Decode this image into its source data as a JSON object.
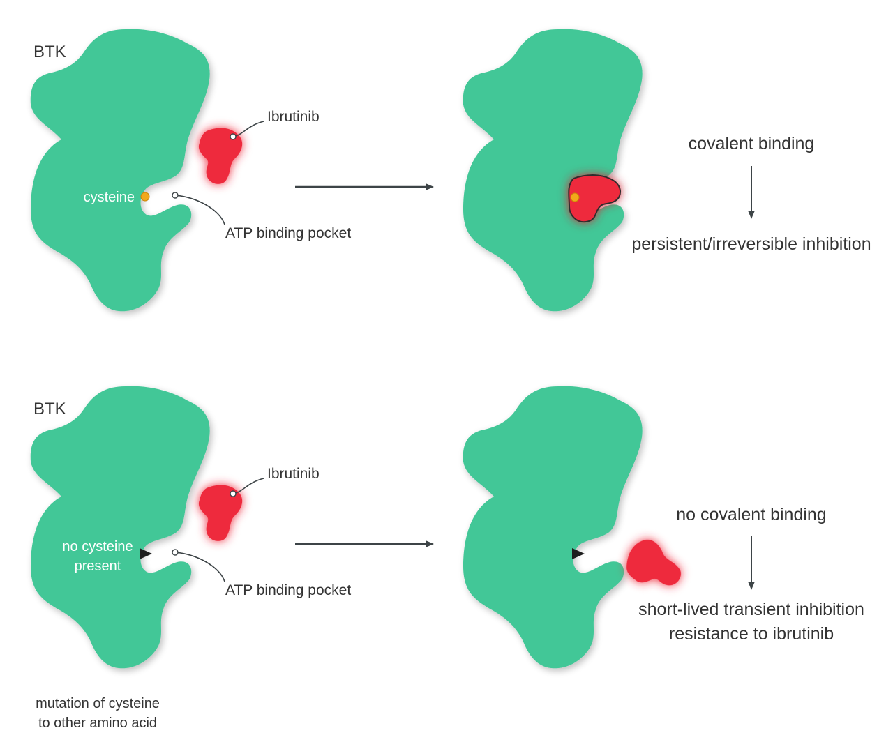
{
  "colors": {
    "protein": "#43c797",
    "inhibitor": "#ee2a3d",
    "cysteine": "#f2a81b",
    "text": "#333333",
    "arrow": "#3d4447"
  },
  "top_panel": {
    "protein_label": "BTK",
    "inhibitor_label": "Ibrutinib",
    "residue_label": "cysteine",
    "pocket_label": "ATP binding pocket",
    "outcome_heading": "covalent binding",
    "outcome_result": "persistent/irreversible inhibition"
  },
  "bottom_panel": {
    "protein_label": "BTK",
    "inhibitor_label": "Ibrutinib",
    "residue_label_line1": "no cysteine",
    "residue_label_line2": "present",
    "pocket_label": "ATP binding pocket",
    "outcome_heading": "no covalent binding",
    "outcome_result_line1": "short-lived transient inhibition",
    "outcome_result_line2": "resistance to ibrutinib",
    "mutation_note_line1": "mutation of cysteine",
    "mutation_note_line2": "to other amino acid"
  }
}
